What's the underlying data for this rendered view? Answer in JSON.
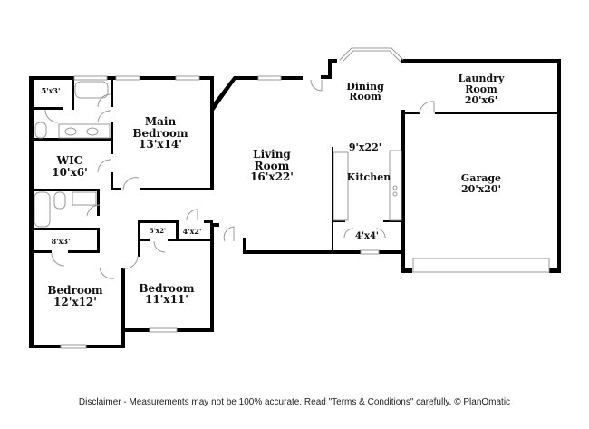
{
  "rooms": {
    "closet_5x3": {
      "size": "5'x3'"
    },
    "main_bedroom": {
      "name1": "Main",
      "name2": "Bedroom",
      "size": "13'x14'"
    },
    "wic": {
      "name": "WIC",
      "size": "10'x6'"
    },
    "living_room": {
      "name1": "Living",
      "name2": "Room",
      "size": "16'x22'"
    },
    "dining_room": {
      "name1": "Dining",
      "name2": "Room"
    },
    "laundry_room": {
      "name1": "Laundry",
      "name2": "Room",
      "size": "20'x6'"
    },
    "kitchen": {
      "name": "Kitchen",
      "size": "9'x22'"
    },
    "garage": {
      "name": "Garage",
      "size": "20'x20'"
    },
    "pantry": {
      "size": "4'x4'"
    },
    "closet_8x3": {
      "size": "8'x3'"
    },
    "closet_5x2": {
      "size": "5'x2'"
    },
    "closet_4x2": {
      "size": "4'x2'"
    },
    "bedroom_2": {
      "name": "Bedroom",
      "size": "12'x12'"
    },
    "bedroom_3": {
      "name": "Bedroom",
      "size": "11'x11'"
    }
  },
  "disclaimer": "Disclaimer - Measurements may not be 100% accurate. Read \"Terms & Conditions\" carefully. © PlanOmatic"
}
